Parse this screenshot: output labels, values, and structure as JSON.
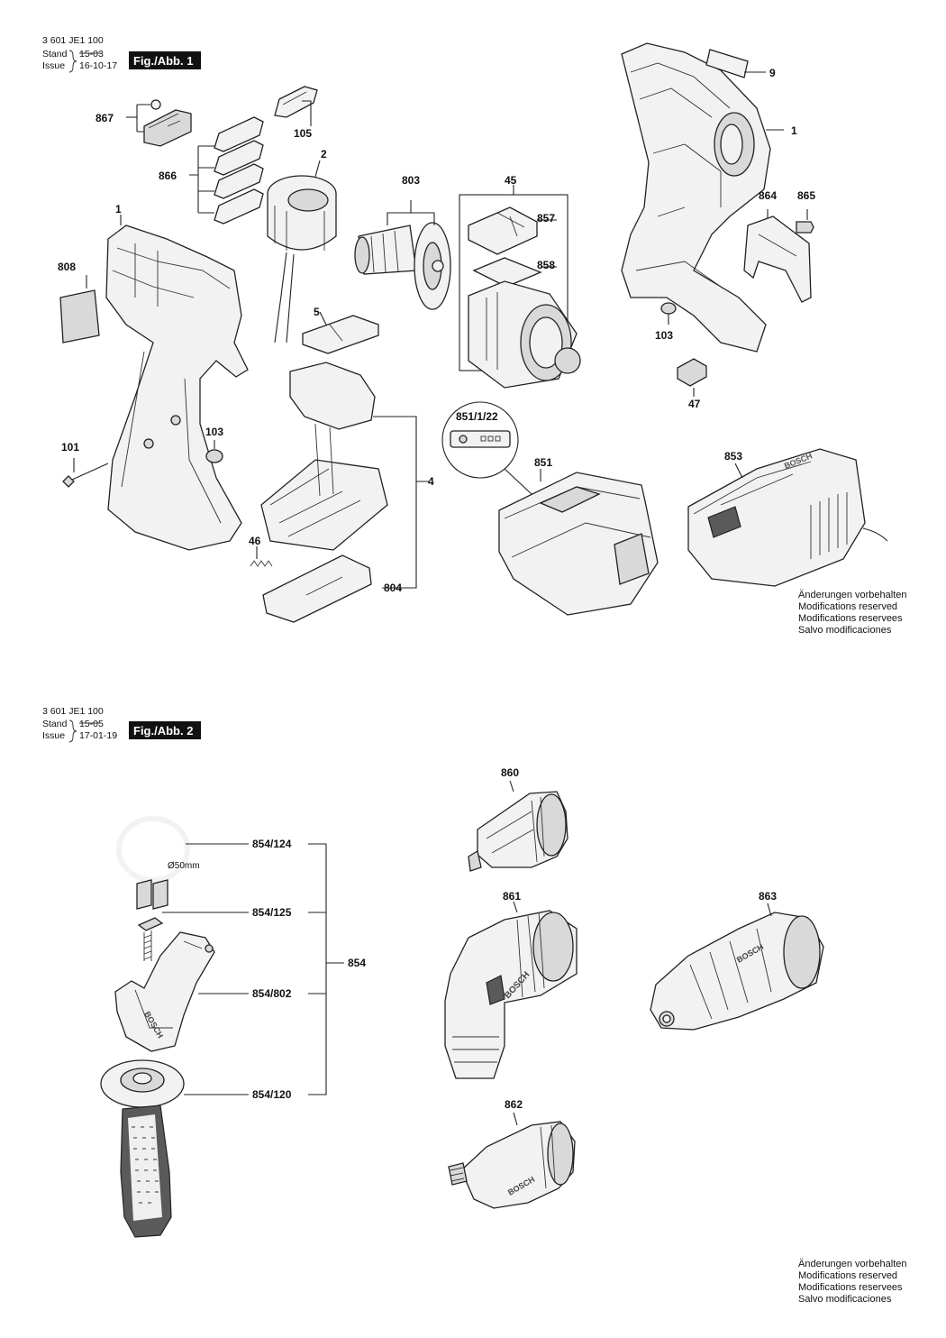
{
  "figure1": {
    "doc_number": "3 601 JE1 100",
    "stand_label": "Stand",
    "issue_label": "Issue",
    "stand_value": "15-03",
    "issue_value": "16-10-17",
    "tag": "Fig./Abb. 1",
    "callouts": {
      "c9": "9",
      "c1a": "1",
      "c1b": "1",
      "c867": "867",
      "c105": "105",
      "c866": "866",
      "c2": "2",
      "c803": "803",
      "c45": "45",
      "c857": "857",
      "c858": "858",
      "c864": "864",
      "c865": "865",
      "c808": "808",
      "c5": "5",
      "c103a": "103",
      "c103b": "103",
      "c47": "47",
      "c851_1_22": "851/1/22",
      "c851": "851",
      "c853": "853",
      "c101": "101",
      "c4": "4",
      "c46": "46",
      "c804": "804"
    },
    "charger_brand": "BOSCH",
    "disclaimer": [
      "Änderungen vorbehalten",
      "Modifications reserved",
      "Modifications reservees",
      "Salvo modificaciones"
    ]
  },
  "figure2": {
    "doc_number": "3 601 JE1 100",
    "stand_label": "Stand",
    "issue_label": "Issue",
    "stand_value": "15-05",
    "issue_value": "17-01-19",
    "tag": "Fig./Abb. 2",
    "callouts": {
      "c860": "860",
      "c861": "861",
      "c863": "863",
      "c862": "862",
      "c854_124": "854/124",
      "c854_125": "854/125",
      "c854": "854",
      "c854_802": "854/802",
      "c854_120": "854/120"
    },
    "clamp_diameter": "Ø50mm",
    "brand": "BOSCH",
    "disclaimer": [
      "Änderungen vorbehalten",
      "Modifications reserved",
      "Modifications reservees",
      "Salvo modificaciones"
    ]
  }
}
